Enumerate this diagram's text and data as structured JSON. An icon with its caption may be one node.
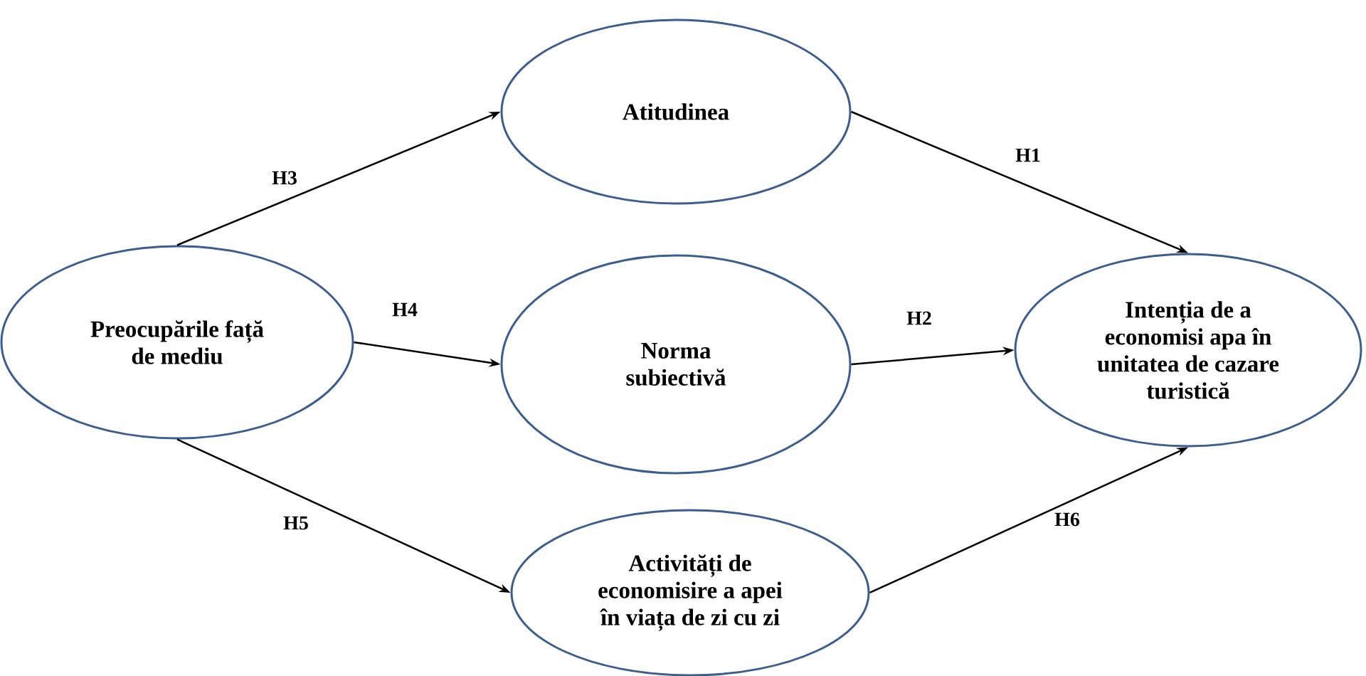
{
  "diagram": {
    "nodes": [
      {
        "text": [
          "Atitudinea"
        ]
      },
      {
        "text": [
          "Preocupările față de mediu"
        ]
      },
      {
        "text": [
          "Norma subiectivă"
        ]
      },
      {
        "text": [
          "Intenția de a economisi apa în unitatea de cazare turistică"
        ]
      },
      {
        "text": [
          "Activități de economisire a apei în viața de zi cu zi"
        ]
      }
    ],
    "edges": [
      {
        "from": 1,
        "to": 0,
        "arrow": "to",
        "label": "H3"
      },
      {
        "from": 0,
        "to": 3,
        "arrow": "to",
        "label": "H1"
      },
      {
        "from": 1,
        "to": 2,
        "arrow": "to",
        "label": "H4"
      },
      {
        "from": 2,
        "to": 3,
        "arrow": "to",
        "label": "H2"
      },
      {
        "from": 1,
        "to": 4,
        "arrow": "to",
        "label": "H5"
      },
      {
        "from": 4,
        "to": 3,
        "arrow": "to",
        "label": "H6"
      }
    ]
  }
}
